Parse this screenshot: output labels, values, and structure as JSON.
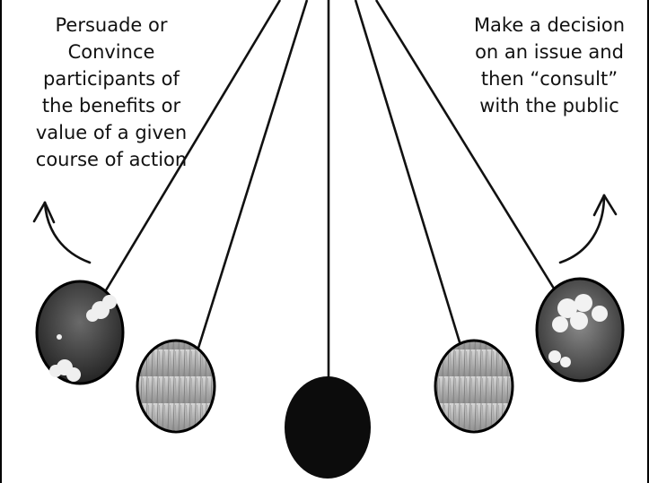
{
  "left_caption": {
    "lines": [
      "Persuade or",
      "Convince",
      "participants of",
      "the benefits or",
      "value of a given",
      "course of action"
    ]
  },
  "right_caption": {
    "lines": [
      "Make a decision",
      "on an issue and",
      "then “consult”",
      "with the public"
    ]
  },
  "pendulum": {
    "balls": [
      "sky-image",
      "grass-image",
      "solid-black",
      "grass-image",
      "sky-image"
    ],
    "arrows": [
      "curved-arrow-up-left",
      "curved-arrow-up-right"
    ],
    "colors": {
      "string": "#111111",
      "center_ball": "#0c0c0c",
      "sky_dark": "#3a3a3a",
      "cloud": "#f4f4f4",
      "grass": "#b5b5b5"
    }
  }
}
